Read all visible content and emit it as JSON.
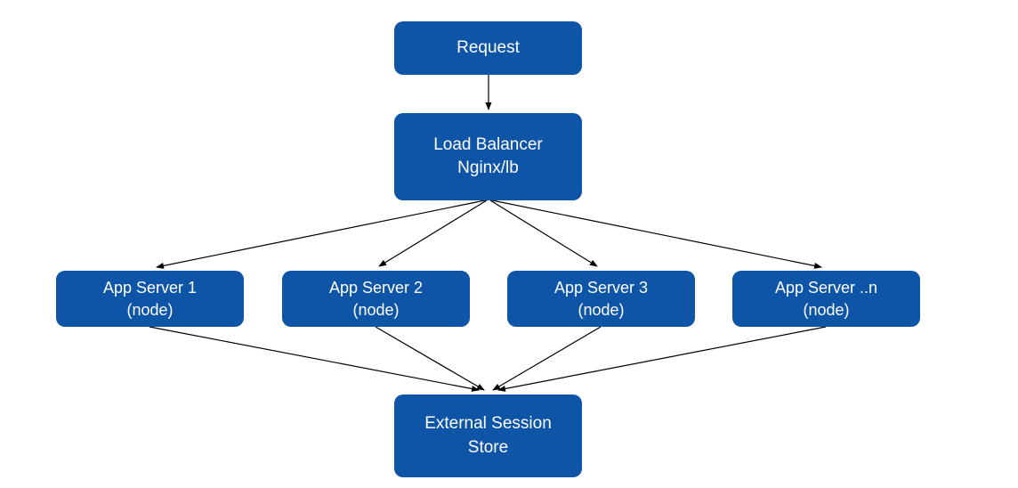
{
  "diagram": {
    "description": "Load balanced application architecture with external session store",
    "colors": {
      "node_fill": "#0E55A8",
      "node_text": "#FFFFFF",
      "connector": "#000000",
      "background": "#FFFFFF"
    },
    "nodes": [
      {
        "id": "request",
        "lines": [
          "Request"
        ]
      },
      {
        "id": "load-balancer",
        "lines": [
          "Load Balancer",
          "Nginx/lb"
        ]
      },
      {
        "id": "app-server-1",
        "lines": [
          "App Server 1",
          "(node)"
        ]
      },
      {
        "id": "app-server-2",
        "lines": [
          "App Server 2",
          "(node)"
        ]
      },
      {
        "id": "app-server-3",
        "lines": [
          "App Server 3",
          "(node)"
        ]
      },
      {
        "id": "app-server-n",
        "lines": [
          "App Server ..n",
          "(node)"
        ]
      },
      {
        "id": "external-session-store",
        "lines": [
          "External Session",
          "Store"
        ]
      }
    ],
    "edges": [
      {
        "from": "request",
        "to": "load-balancer"
      },
      {
        "from": "load-balancer",
        "to": "app-server-1"
      },
      {
        "from": "load-balancer",
        "to": "app-server-2"
      },
      {
        "from": "load-balancer",
        "to": "app-server-3"
      },
      {
        "from": "load-balancer",
        "to": "app-server-n"
      },
      {
        "from": "app-server-1",
        "to": "external-session-store"
      },
      {
        "from": "app-server-2",
        "to": "external-session-store"
      },
      {
        "from": "app-server-3",
        "to": "external-session-store"
      },
      {
        "from": "app-server-n",
        "to": "external-session-store"
      }
    ]
  }
}
